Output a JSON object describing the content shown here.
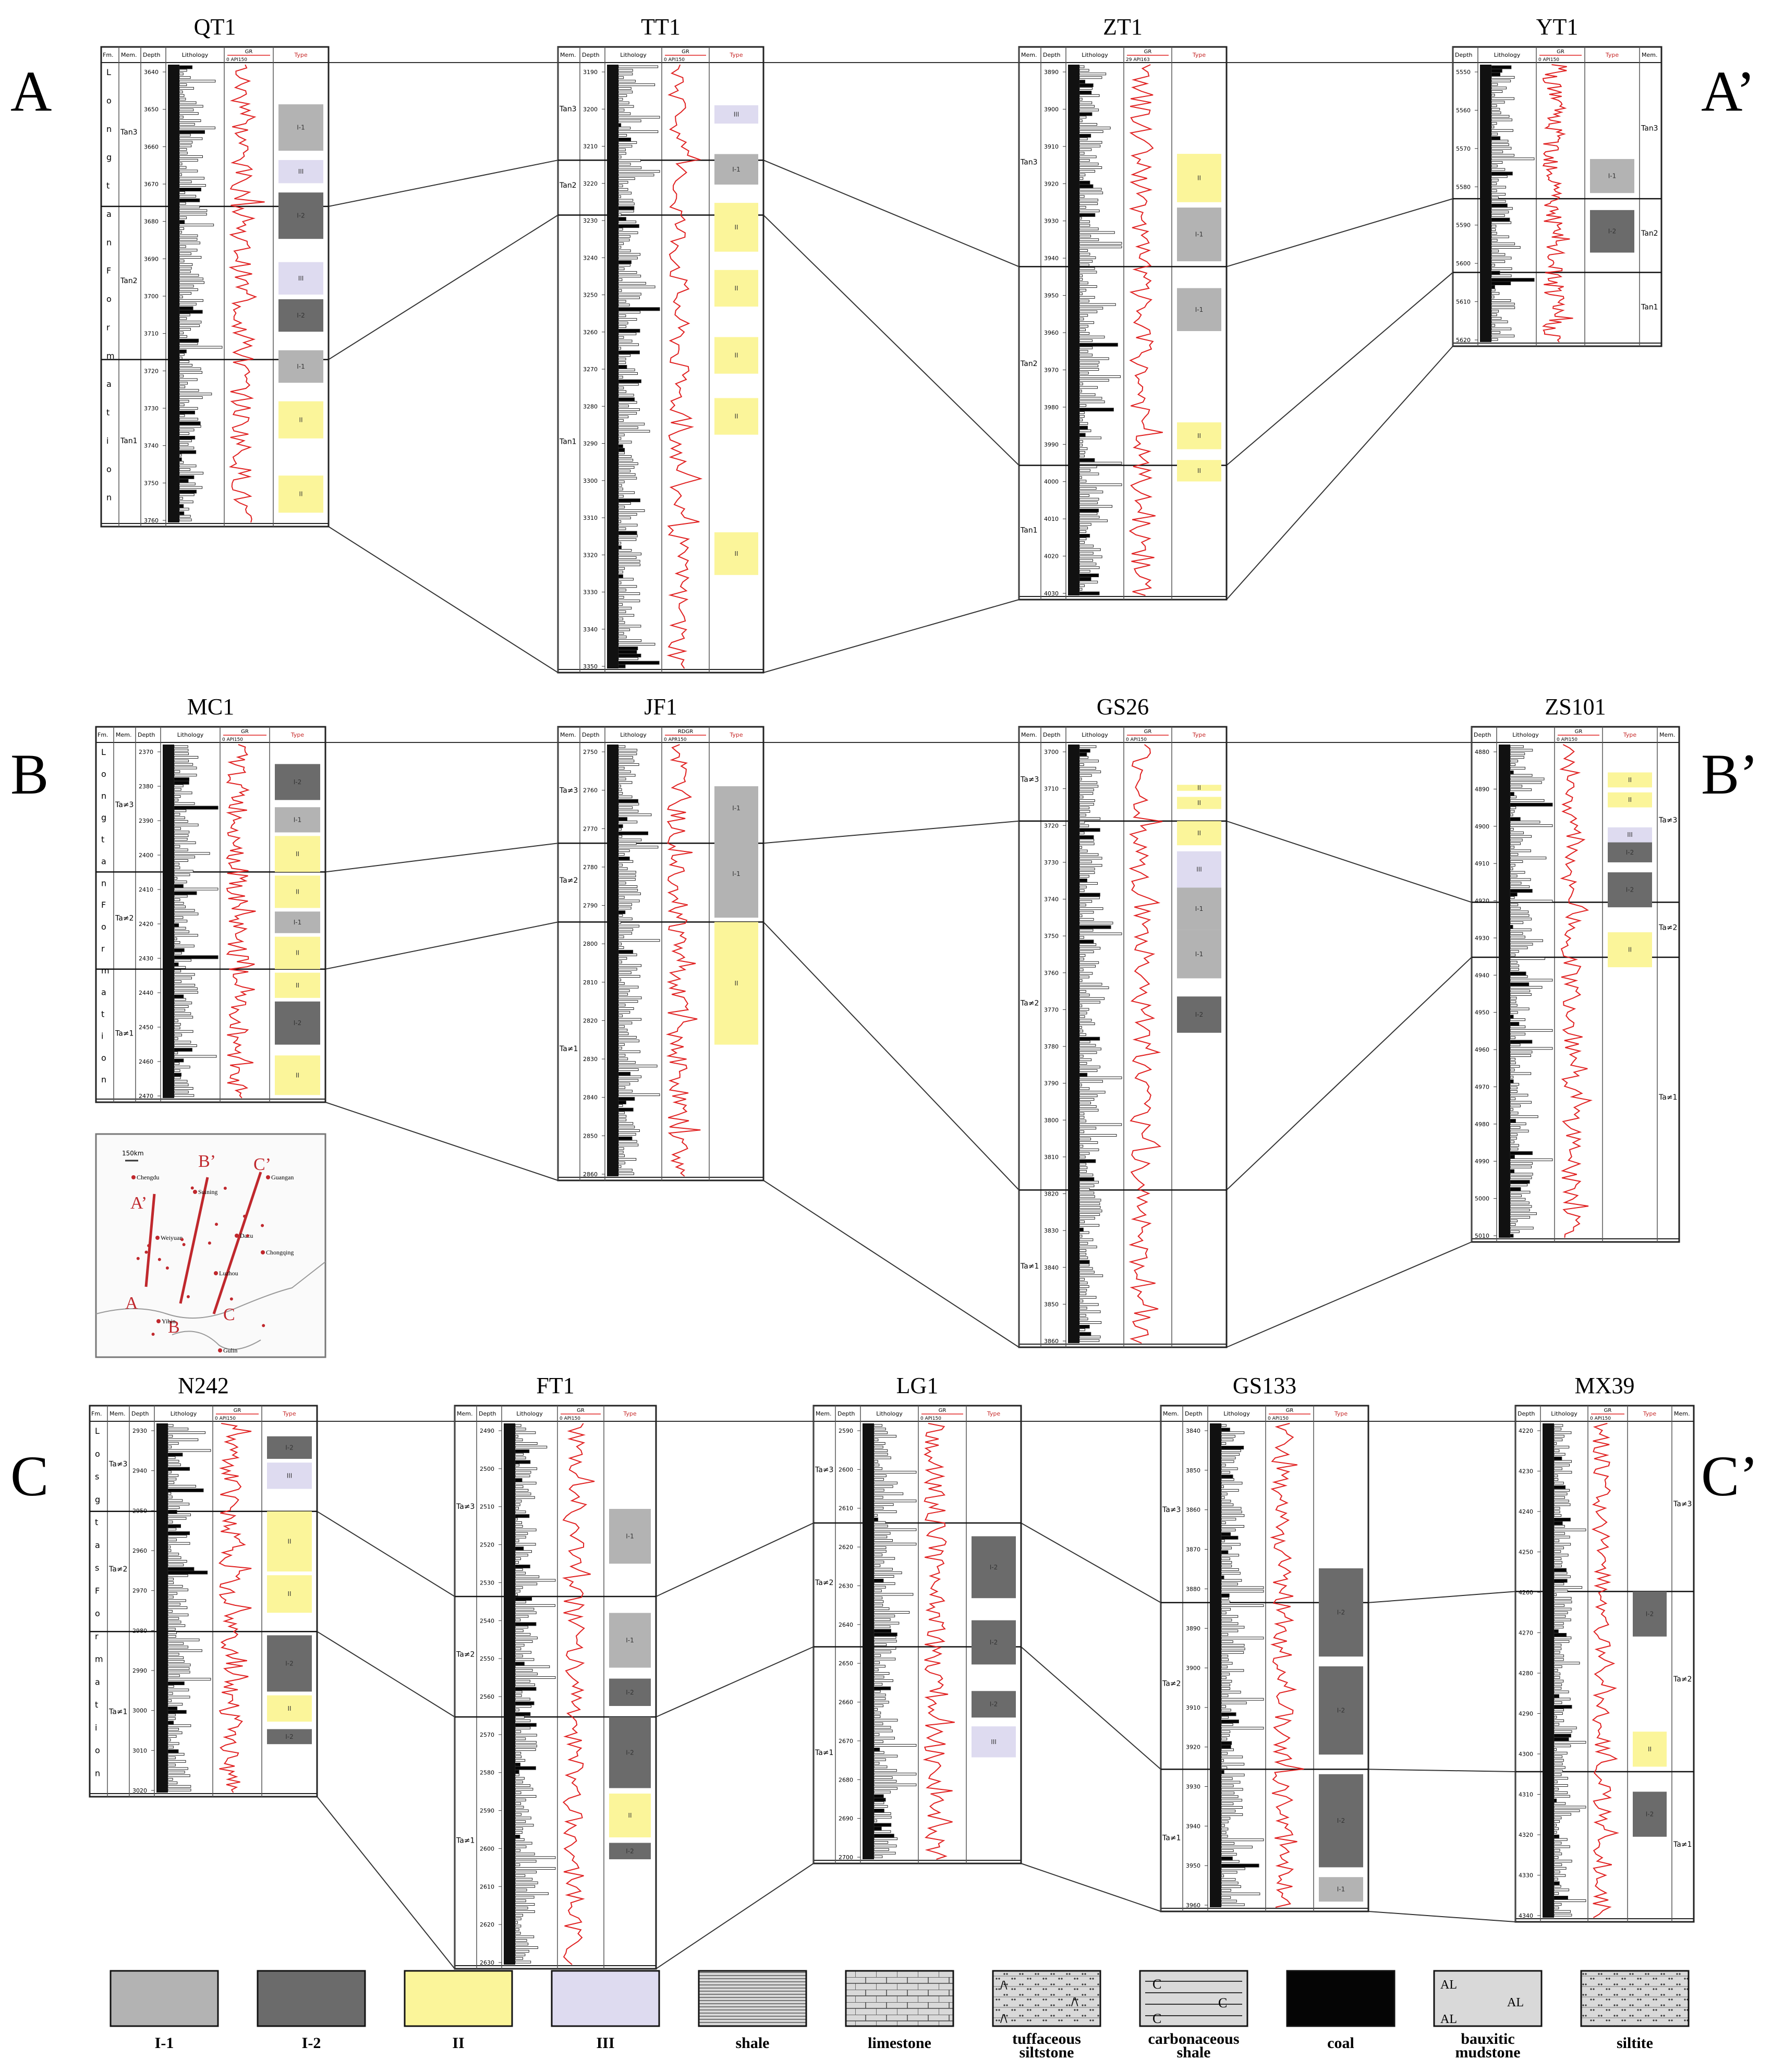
{
  "corner_labels": {
    "A": "A",
    "A_prime": "A’",
    "B": "B",
    "B_prime": "B’",
    "C": "C",
    "C_prime": "C’"
  },
  "header_labels": {
    "fm": "Fm.",
    "mem": "Mem.",
    "depth": "Depth",
    "lithology": "Lithology",
    "type": "Type"
  },
  "formation_text": {
    "long": "Longtan Formation",
    "lost": "Losgtas Formation"
  },
  "wells": [
    {
      "id": "QT1",
      "name": "QT1",
      "log": "GR",
      "log_range": "0  API150",
      "members": [
        "Tan3",
        "Tan2",
        "Tan1"
      ],
      "depths": [
        "3640",
        "3650",
        "3660",
        "3670",
        "3680",
        "3690",
        "3700",
        "3710",
        "3720",
        "3730",
        "3740",
        "3750",
        "3760"
      ],
      "type_blocks": [
        "I-1",
        "III",
        "I-2",
        "III",
        "I-2",
        "I-1",
        "II",
        "II"
      ]
    },
    {
      "id": "TT1",
      "name": "TT1",
      "log": "GR",
      "log_range": "0  API150",
      "members": [
        "Tan3",
        "Tan2",
        "Tan1"
      ],
      "depths": [
        "3190",
        "3200",
        "3210",
        "3220",
        "3230",
        "3240",
        "3250",
        "3260",
        "3270",
        "3280",
        "3290",
        "3300",
        "3310",
        "3320",
        "3330",
        "3340",
        "3350"
      ],
      "type_blocks": [
        "III",
        "I-1",
        "II",
        "II",
        "II",
        "II",
        "II"
      ]
    },
    {
      "id": "ZT1",
      "name": "ZT1",
      "log": "GR",
      "log_range": "29  API163",
      "members": [
        "Tan3",
        "Tan2",
        "Tan1"
      ],
      "depths": [
        "3890",
        "3900",
        "3910",
        "3920",
        "3930",
        "3940",
        "3950",
        "3960",
        "3970",
        "3980",
        "3990",
        "4000",
        "4010",
        "4020",
        "4030"
      ],
      "type_blocks": [
        "II",
        "I-1",
        "I-1",
        "II",
        "II"
      ]
    },
    {
      "id": "YT1",
      "name": "YT1",
      "log": "GR",
      "log_range": "0  API150",
      "members": [
        "Tan3",
        "Tan2",
        "Tan1"
      ],
      "depths": [
        "5550",
        "5560",
        "5570",
        "5580",
        "5590",
        "5600",
        "5610",
        "5620"
      ],
      "type_blocks": [
        "I-1",
        "I-2"
      ]
    },
    {
      "id": "MC1",
      "name": "MC1",
      "log": "GR",
      "log_range": "0  API150",
      "members": [
        "Ta≠3",
        "Ta≠2",
        "Ta≠1"
      ],
      "depths": [
        "2370",
        "2380",
        "2390",
        "2400",
        "2410",
        "2420",
        "2430",
        "2440",
        "2450",
        "2460",
        "2470"
      ],
      "type_blocks": [
        "I-2",
        "I-1",
        "II",
        "II",
        "I-1",
        "II",
        "II",
        "I-2",
        "II"
      ]
    },
    {
      "id": "JF1",
      "name": "JF1",
      "log": "RDGR",
      "log_range": "0  APR150",
      "members": [
        "Ta≠3",
        "Ta≠2",
        "Ta≠1"
      ],
      "depths": [
        "2750",
        "2760",
        "2770",
        "2780",
        "2790",
        "2800",
        "2810",
        "2820",
        "2830",
        "2840",
        "2850",
        "2860"
      ],
      "type_blocks": [
        "I-1",
        "I-1",
        "II"
      ]
    },
    {
      "id": "GS26",
      "name": "GS26",
      "log": "GR",
      "log_range": "0  API150",
      "members": [
        "Ta≠3",
        "Ta≠2",
        "Ta≠1"
      ],
      "depths": [
        "3700",
        "3710",
        "3720",
        "3730",
        "3740",
        "3750",
        "3760",
        "3770",
        "3780",
        "3790",
        "3800",
        "3810",
        "3820",
        "3830",
        "3840",
        "3850",
        "3860"
      ],
      "type_blocks": [
        "II",
        "II",
        "II",
        "III",
        "I-1",
        "I-1",
        "I-2"
      ]
    },
    {
      "id": "ZS101",
      "name": "ZS101",
      "log": "GR",
      "log_range": "0  API150",
      "members": [
        "Ta≠3",
        "Ta≠2",
        "Ta≠1"
      ],
      "depths": [
        "4880",
        "4890",
        "4900",
        "4910",
        "4920",
        "4930",
        "4940",
        "4950",
        "4960",
        "4970",
        "4980",
        "4990",
        "5000",
        "5010"
      ],
      "type_blocks": [
        "II",
        "II",
        "III",
        "I-2",
        "I-2",
        "II"
      ]
    },
    {
      "id": "N242",
      "name": "N242",
      "log": "GR",
      "log_range": "0  API150",
      "members": [
        "Ta≠3",
        "Ta≠2",
        "Ta≠1"
      ],
      "depths": [
        "2930",
        "2940",
        "2950",
        "2960",
        "2970",
        "2980",
        "2990",
        "3000",
        "3010",
        "3020"
      ],
      "type_blocks": [
        "I-2",
        "III",
        "II",
        "II",
        "I-2",
        "II",
        "I-2"
      ]
    },
    {
      "id": "FT1",
      "name": "FT1",
      "log": "GR",
      "log_range": "0  API150",
      "members": [
        "Ta≠3",
        "Ta≠2",
        "Ta≠1"
      ],
      "depths": [
        "2490",
        "2500",
        "2510",
        "2520",
        "2530",
        "2540",
        "2550",
        "2560",
        "2570",
        "2580",
        "2590",
        "2600",
        "2610",
        "2620",
        "2630"
      ],
      "type_blocks": [
        "I-1",
        "I-1",
        "I-2",
        "I-2",
        "II",
        "I-2"
      ]
    },
    {
      "id": "LG1",
      "name": "LG1",
      "log": "GR",
      "log_range": "0  API150",
      "members": [
        "Ta≠3",
        "Ta≠2",
        "Ta≠1"
      ],
      "depths": [
        "2590",
        "2600",
        "2610",
        "2620",
        "2630",
        "2640",
        "2650",
        "2660",
        "2670",
        "2680",
        "2690",
        "2700"
      ],
      "type_blocks": [
        "I-2",
        "I-2",
        "I-2",
        "III"
      ]
    },
    {
      "id": "GS133",
      "name": "GS133",
      "log": "GR",
      "log_range": "0  API150",
      "members": [
        "Ta≠3",
        "Ta≠2",
        "Ta≠1"
      ],
      "depths": [
        "3840",
        "3850",
        "3860",
        "3870",
        "3880",
        "3890",
        "3900",
        "3910",
        "3920",
        "3930",
        "3940",
        "3950",
        "3960"
      ],
      "type_blocks": [
        "I-2",
        "I-2",
        "I-2",
        "I-1"
      ]
    },
    {
      "id": "MX39",
      "name": "MX39",
      "log": "GR",
      "log_range": "0  API150",
      "members": [
        "Ta≠3",
        "Ta≠2",
        "Ta≠1"
      ],
      "depths": [
        "4220",
        "4230",
        "4240",
        "4250",
        "4260",
        "4270",
        "4280",
        "4290",
        "4300",
        "4310",
        "4320",
        "4330",
        "4340"
      ],
      "type_blocks": [
        "I-2",
        "II",
        "I-2"
      ]
    }
  ],
  "map": {
    "scale_text": "150km",
    "cities": [
      "Chengdu",
      "Guangan",
      "Suining",
      "Dazu",
      "Chongqing",
      "Weiyuan",
      "Luzhou",
      "Yibin",
      "Gulin"
    ],
    "section_letters": [
      "A",
      "A’",
      "B",
      "B’",
      "C",
      "C’"
    ]
  },
  "legend": [
    {
      "key": "I-1",
      "label": "I-1",
      "color": "#b3b3b3"
    },
    {
      "key": "I-2",
      "label": "I-2",
      "color": "#6b6b6b"
    },
    {
      "key": "II",
      "label": "II",
      "color": "#fbf59a"
    },
    {
      "key": "III",
      "label": "III",
      "color": "#dedbf0"
    },
    {
      "key": "shale",
      "label": "shale",
      "color": "#d9d9d9"
    },
    {
      "key": "limestone",
      "label": "limestone",
      "color": "#d9d9d9"
    },
    {
      "key": "tuffaceous",
      "label": "tuffaceous siltstone",
      "color": "#d9d9d9"
    },
    {
      "key": "carbonaceous",
      "label": "carbonaceous shale",
      "color": "#d9d9d9"
    },
    {
      "key": "coal",
      "label": "coal",
      "color": "#050505"
    },
    {
      "key": "bauxitic",
      "label": "bauxitic mudstone",
      "color": "#d9d9d9"
    },
    {
      "key": "siltite",
      "label": "siltite",
      "color": "#d9d9d9"
    }
  ],
  "colors": {
    "I-1": "#b3b3b3",
    "I-2": "#6b6b6b",
    "II": "#fbf59a",
    "III": "#dedbf0",
    "gr_curve": "#e02020",
    "map_line": "#c0282d"
  }
}
